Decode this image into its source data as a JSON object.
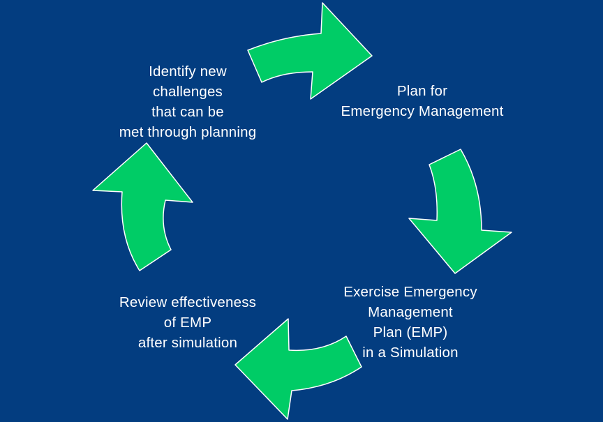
{
  "diagram": {
    "colors": {
      "background": "#033d80",
      "arrow_fill": "#00cc66",
      "arrow_stroke": "#ffffff",
      "text": "#ffffff"
    },
    "stages": [
      {
        "id": "identify",
        "lines": [
          "Identify new",
          "challenges",
          "that can be",
          "met through planning"
        ]
      },
      {
        "id": "plan",
        "lines": [
          "Plan for",
          "Emergency Management"
        ]
      },
      {
        "id": "exercise",
        "lines": [
          "Exercise Emergency",
          "Management",
          "Plan (EMP)",
          "in a Simulation"
        ]
      },
      {
        "id": "review",
        "lines": [
          "Review effectiveness",
          "of EMP",
          "after simulation"
        ]
      }
    ]
  }
}
